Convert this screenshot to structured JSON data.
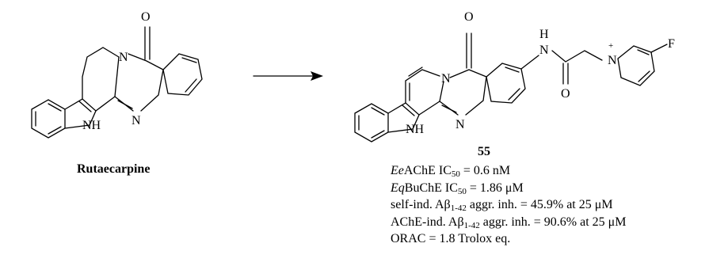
{
  "compounds": {
    "left": {
      "name": "Rutaecarpine",
      "atoms": {
        "carbonyl_o": "O",
        "amide_n": "N",
        "imine_n": "N",
        "indole_nh": "NH"
      }
    },
    "right": {
      "name": "55",
      "atoms": {
        "carbonyl_o": "O",
        "amide_n": "N",
        "imine_n": "N",
        "indole_nh": "NH",
        "amide_h": "H",
        "amide_n2": "N",
        "amide_o": "O",
        "pyridinium_n": "N",
        "pyridinium_charge": "+",
        "fluorine": "F"
      }
    }
  },
  "properties": [
    {
      "label_italic": "Ee",
      "label": "AChE IC",
      "sub": "50",
      "value": " =  0.6 nM"
    },
    {
      "label_italic": "Eq",
      "label": "BuChE IC",
      "sub": "50",
      "value": " = 1.86 μM"
    },
    {
      "label_italic": "",
      "label": "self-ind. Aβ",
      "sub": "1-42",
      "value": " aggr. inh. = 45.9% at 25 μM"
    },
    {
      "label_italic": "",
      "label": "AChE-ind. Aβ",
      "sub": "1-42",
      "value": " aggr. inh. = 90.6% at 25 μM"
    },
    {
      "label_italic": "",
      "label": "ORAC = 1.8 Trolox eq.",
      "sub": "",
      "value": ""
    }
  ]
}
